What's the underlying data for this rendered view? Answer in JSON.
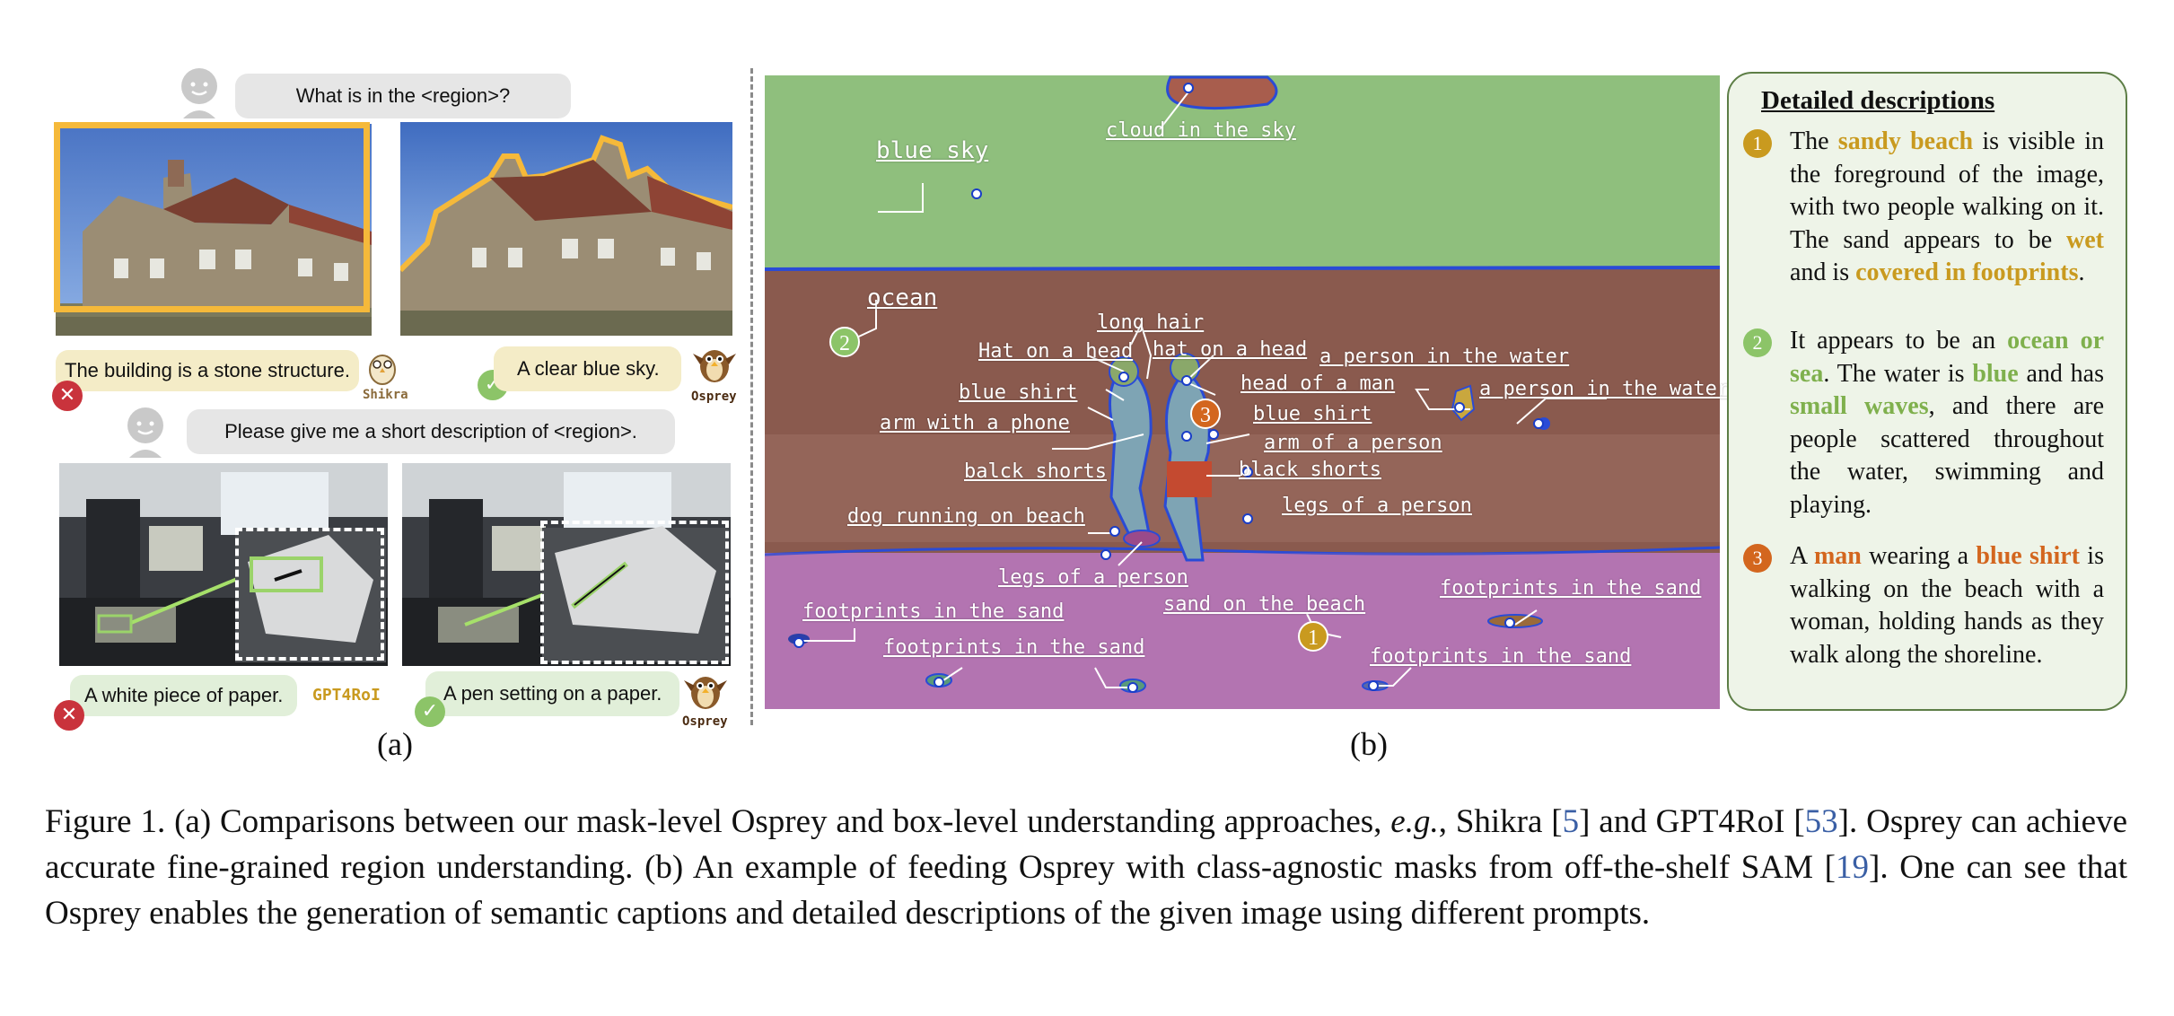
{
  "figure_a": {
    "question1": "What is in the <region>?",
    "answer_shikra": "The building is a stone structure.",
    "shikra_name": "Shikra",
    "answer_osprey1": "A clear blue sky.",
    "osprey_name": "Osprey",
    "question2": "Please give me a short description of <region>.",
    "answer_gpt4roi": "A white piece of paper.",
    "gpt4roi_name": "GPT4RoI",
    "answer_osprey2": "A pen setting on a paper.",
    "label": "(a)"
  },
  "figure_b": {
    "label": "(b)",
    "segments": {
      "blue_sky": "blue sky",
      "cloud": "cloud in the sky",
      "ocean": "ocean",
      "long_hair": "long hair",
      "hat1": "Hat on a head",
      "hat2": "hat on a head",
      "person_water1": "a person in the water",
      "person_water2": "a person in the water",
      "blue_shirt1": "blue shirt",
      "head_man": "head of a man",
      "arm_phone": "arm with a phone",
      "blue_shirt2": "blue shirt",
      "arm_person": "arm of a person",
      "balck_shorts": "balck shorts",
      "black_shorts": "black shorts",
      "legs1": "legs of a person",
      "dog": "dog running on beach",
      "legs2": "legs of a person",
      "footprints1": "footprints in the sand",
      "footprints2": "footprints in the sand",
      "footprints3": "footprints in the sand",
      "footprints4": "footprints in the sand",
      "sand": "sand on the beach"
    },
    "markers": [
      "1",
      "2",
      "3"
    ]
  },
  "descriptions": {
    "title": "Detailed descriptions",
    "d1": {
      "num": "1",
      "t1": "The ",
      "h1": "sandy beach",
      "t2": " is visible in the foreground of the image, with two people walking on it. The sand appears to be ",
      "h2": "wet",
      "t3": " and is ",
      "h3": "covered in footprints",
      "t4": "."
    },
    "d2": {
      "num": "2",
      "t1": "It appears to be an ",
      "h1": "ocean or sea",
      "t2": ". The water is ",
      "h2": "blue",
      "t3": " and has ",
      "h3": "small waves",
      "t4": ", and there are people scattered throughout the water, swimming and playing."
    },
    "d3": {
      "num": "3",
      "t1": "A ",
      "h1": "man",
      "t2": " wearing a ",
      "h2": "blue shirt",
      "t3": " is walking on the beach with a woman, holding hands as they walk along the shoreline."
    }
  },
  "caption": {
    "p1": "Figure 1.  (a) Comparisons between our mask-level Osprey and box-level understanding approaches, ",
    "eg": "e.g.",
    "p2": ", Shikra [",
    "r1": "5",
    "p3": "] and GPT4RoI [",
    "r2": "53",
    "p4": "]. Osprey can achieve accurate fine-grained region understanding. (b) An example of feeding Osprey with class-agnostic masks from off-the-shelf SAM [",
    "r3": "19",
    "p5": "]. One can see that Osprey enables the generation of semantic captions and detailed descriptions of the given image using different prompts."
  },
  "colors": {
    "orange_box": "#f5b93a",
    "green_box": "#9bd36a",
    "sky_mask": "#8fbf7d",
    "ocean_mask": "#8a5a4e",
    "sand_mask": "#b777b4",
    "panel_bg": "#eef4e8",
    "gold": "#c99a1f",
    "green": "#7fb04d",
    "orange": "#d3661e"
  }
}
